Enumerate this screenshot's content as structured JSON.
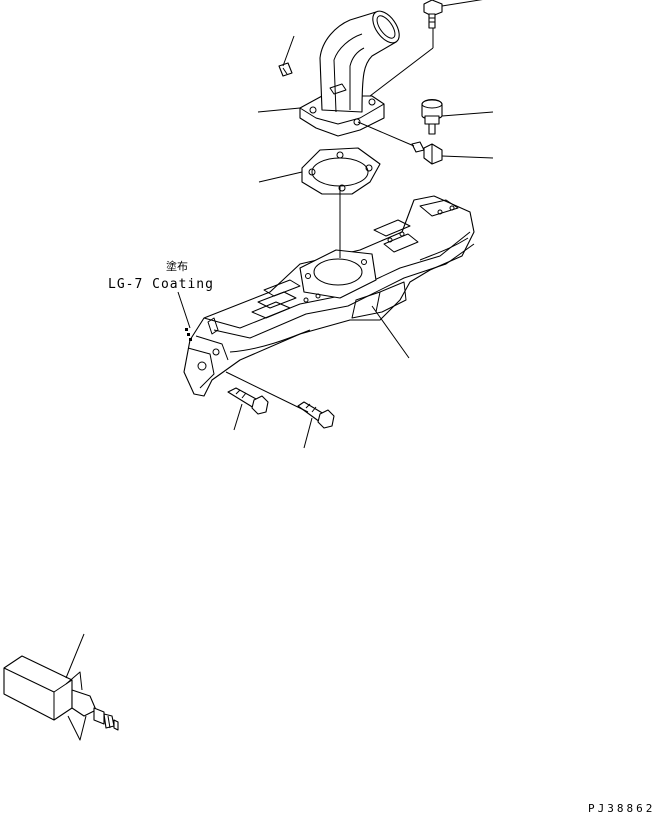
{
  "notes": {
    "coating_jp": "塗布",
    "coating_en": "LG-7 Coating"
  },
  "drawing_code": "PJ38862",
  "colors": {
    "ink": "#000000",
    "paper": "#ffffff"
  }
}
